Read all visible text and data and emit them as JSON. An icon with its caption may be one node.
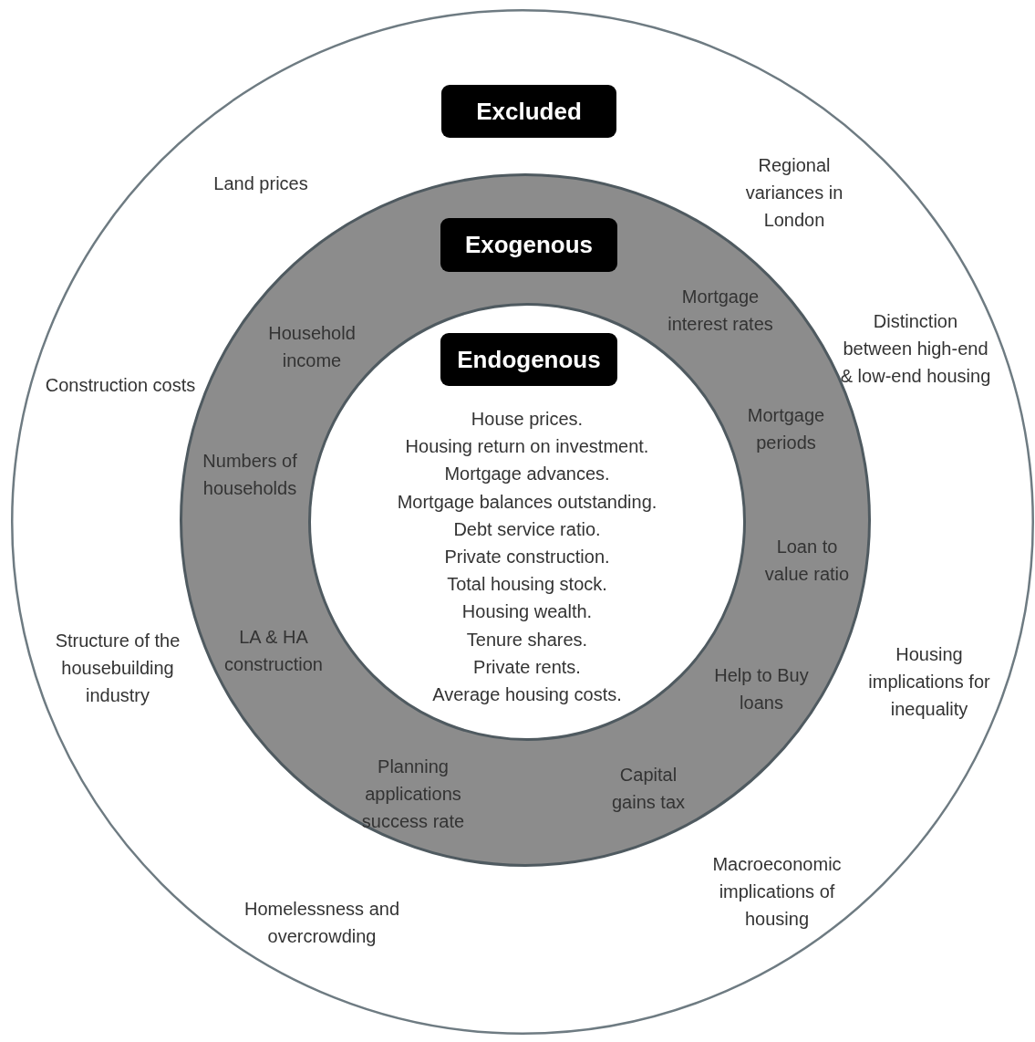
{
  "diagram": {
    "nodes": [
      {
        "text": [
          "Land prices",
          "Regional variances in London",
          "Construction costs",
          "Distinction between high-end & low-end housing",
          "Structure of the housebuilding industry",
          "Housing implications for inequality",
          "Macroeconomic implications of housing",
          "Homelessness and overcrowding"
        ]
      },
      {
        "text": [
          "Excluded"
        ],
        "in": 0
      },
      {
        "text": [
          "Mortgage interest rates",
          "Household income",
          "Mortgage periods",
          "Numbers of households",
          "Loan to value ratio",
          "LA & HA construction",
          "Help to Buy loans",
          "Planning applications success rate",
          "Capital gains tax"
        ],
        "in": 0
      },
      {
        "text": [
          "Exogenous"
        ],
        "in": 2
      },
      {
        "text": [
          "House prices.",
          "Housing return on investment.",
          "Mortgage advances.",
          "Mortgage balances outstanding.",
          "Debt service ratio.",
          "Private construction.",
          "Total housing stock.",
          "Housing wealth.",
          "Tenure shares.",
          "Private rents.",
          "Average housing costs."
        ],
        "in": 2
      },
      {
        "text": [
          "Endogenous"
        ],
        "in": 4
      }
    ]
  }
}
